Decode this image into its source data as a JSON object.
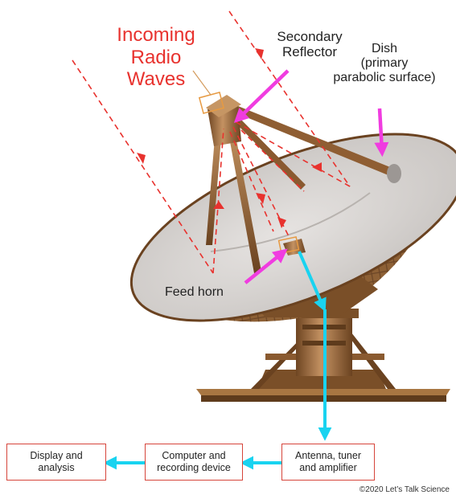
{
  "labels": {
    "incoming_line1": "Incoming",
    "incoming_line2": "Radio",
    "incoming_line3": "Waves",
    "secondary_line1": "Secondary",
    "secondary_line2": "Reflector",
    "dish_line1": "Dish",
    "dish_line2": "(primary",
    "dish_line3": "parabolic surface)",
    "feed_horn": "Feed horn"
  },
  "flow_boxes": {
    "antenna_line1": "Antenna, tuner",
    "antenna_line2": "and amplifier",
    "computer_line1": "Computer and",
    "computer_line2": "recording device",
    "display_line1": "Display and",
    "display_line2": "analysis"
  },
  "copyright": "©2020 Let’s Talk Science",
  "colors": {
    "title_red": "#e8322e",
    "wave_red": "#e8322e",
    "pointer_magenta": "#f03ce0",
    "signal_cyan": "#19d3f0",
    "box_border": "#d6453b",
    "bronze": "#9a6a3a",
    "dish_grey": "#d9d6d4"
  }
}
